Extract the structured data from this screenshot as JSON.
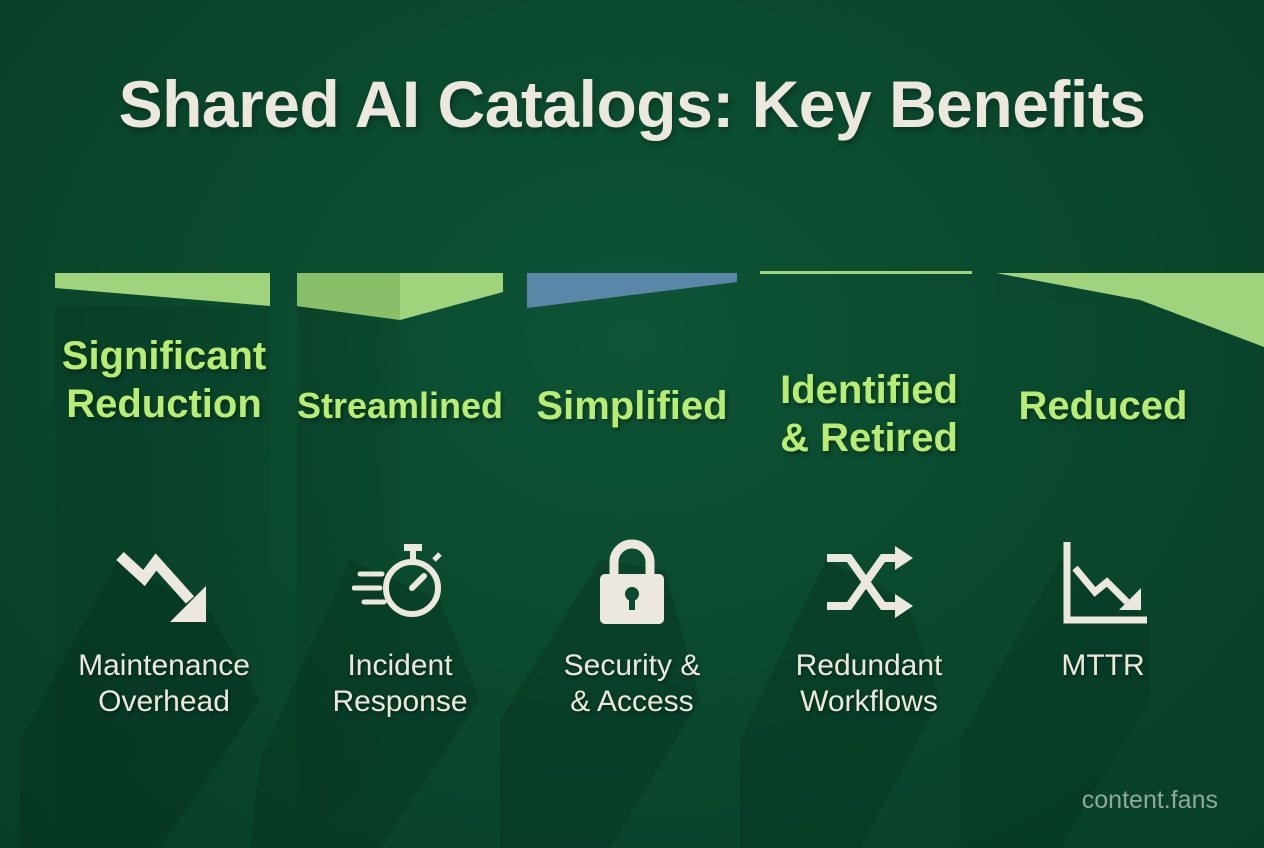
{
  "title": "Shared AI Catalogs: Key Benefits",
  "benefits": [
    {
      "heading": [
        "Significant",
        "Reduction"
      ],
      "label": [
        "Maintenance",
        "Overhead"
      ],
      "icon": "trend-down-arrow-icon"
    },
    {
      "heading": [
        "Streamlined"
      ],
      "label": [
        "Incident",
        "Response"
      ],
      "icon": "stopwatch-speed-icon"
    },
    {
      "heading": [
        "Simplified"
      ],
      "label": [
        "Security &",
        "& Access"
      ],
      "icon": "padlock-icon"
    },
    {
      "heading": [
        "Identified",
        "& Retired"
      ],
      "label": [
        "Redundant",
        "Workflows"
      ],
      "icon": "shuffle-arrows-icon"
    },
    {
      "heading": [
        "Reduced"
      ],
      "label": [
        "MTTR"
      ],
      "icon": "declining-chart-icon"
    }
  ],
  "watermark": "content.fans",
  "colors": {
    "background": "#0a4a2f",
    "title": "#ece8df",
    "heading": "#b9ec72",
    "label": "#ece8df",
    "bar_green": "#9fd47c",
    "bar_blue": "#5a86a8",
    "watermark": "#8fa89a"
  }
}
